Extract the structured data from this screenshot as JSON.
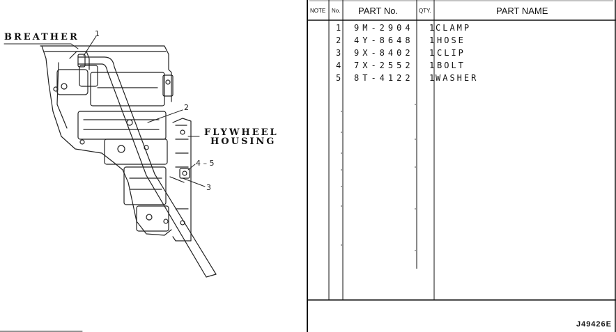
{
  "diagram": {
    "labels": {
      "breather": "BREATHER",
      "flywheel_line1": "FLYWHEEL",
      "flywheel_line2": "HOUSING"
    },
    "callouts": {
      "c1": "1",
      "c2": "2",
      "c45": "4 – 5",
      "c3": "3"
    }
  },
  "table": {
    "headers": {
      "note": "NOTE",
      "no": "No.",
      "part_no": "PART No.",
      "qty": "QTY.",
      "part_name": "PART NAME"
    },
    "rows": [
      {
        "no": "1",
        "part_no": "9M-2904",
        "qty": "1",
        "name": "CLAMP"
      },
      {
        "no": "2",
        "part_no": "4Y-8648",
        "qty": "1",
        "name": "HOSE"
      },
      {
        "no": "3",
        "part_no": "9X-8402",
        "qty": "1",
        "name": "CLIP"
      },
      {
        "no": "4",
        "part_no": "7X-2552",
        "qty": "1",
        "name": "BOLT"
      },
      {
        "no": "5",
        "part_no": "8T-4122",
        "qty": "1",
        "name": "WASHER"
      }
    ],
    "drawing_code": "J49426E"
  }
}
